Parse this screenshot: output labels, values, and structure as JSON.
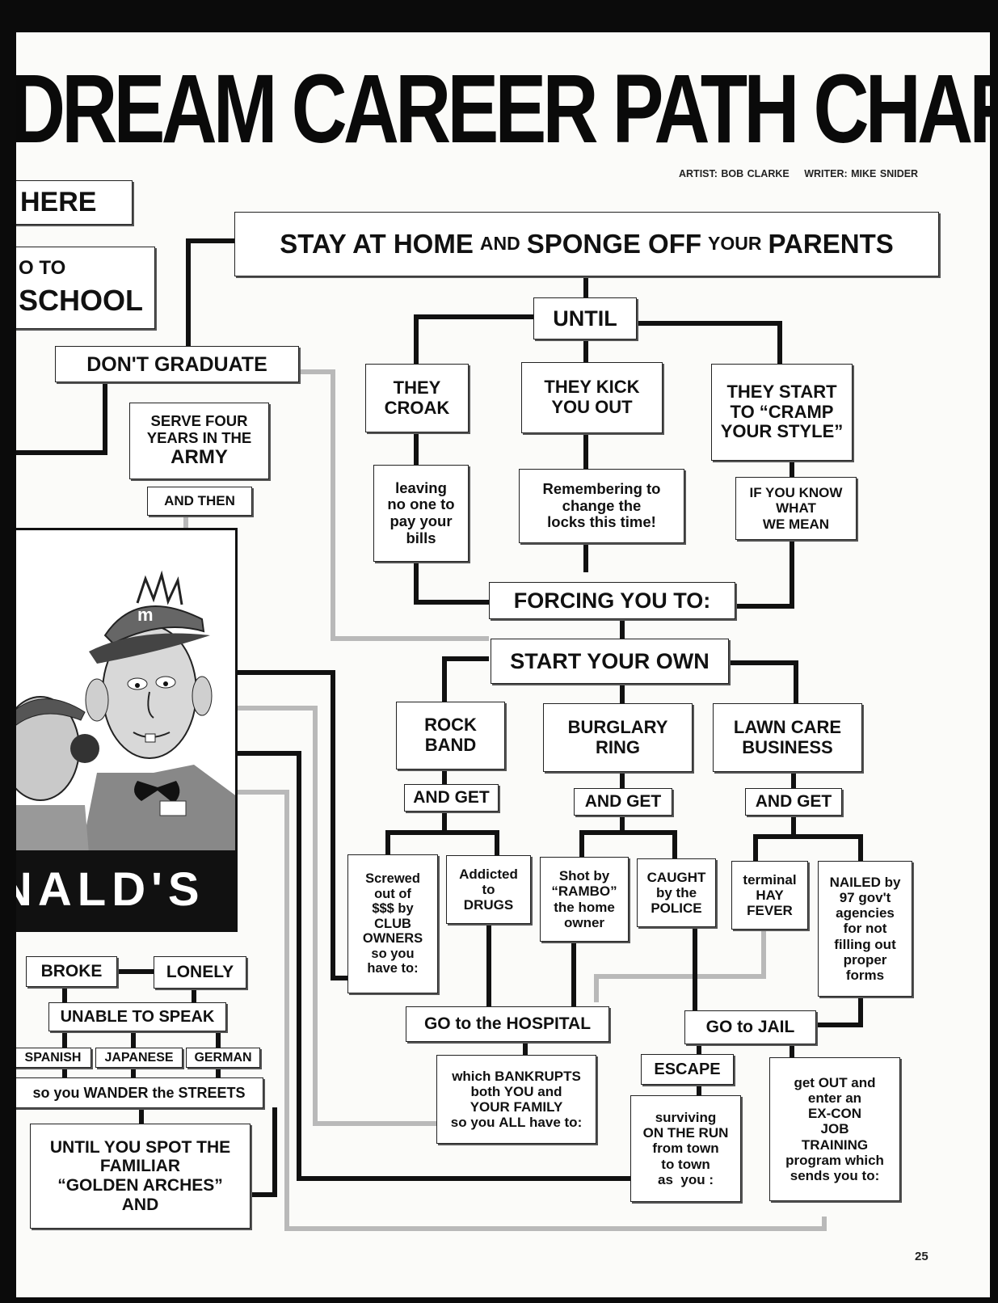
{
  "page_title": "DREAM CAREER PATH CHART",
  "credits": {
    "artist": "ARTIST: BOB CLARKE",
    "writer": "WRITER: MIKE SNIDER"
  },
  "page_number": "25",
  "illustration_icon": "mcdonalds-workers-caricature",
  "nodes": {
    "start_here": "HERE",
    "go_to": "O TO",
    "school": "SCHOOL",
    "dont_graduate": "DON'T GRADUATE",
    "army": {
      "line1": "SERVE FOUR",
      "line2": "YEARS IN THE",
      "line3": "ARMY"
    },
    "and_then": "AND THEN",
    "mcdonalds": "NALD'S",
    "stay_home": {
      "p1": "STAY AT HOME",
      "p2": "AND",
      "p3": "SPONGE OFF",
      "p4": "YOUR",
      "p5": "PARENTS"
    },
    "until": "UNTIL",
    "croak": {
      "line1": "THEY",
      "line2": "CROAK"
    },
    "kick_out": {
      "line1": "THEY KICK",
      "line2": "YOU OUT"
    },
    "cramp": {
      "line1": "THEY START",
      "line2": "TO “CRAMP",
      "line3": "YOUR STYLE”"
    },
    "leaving": {
      "line1": "leaving",
      "line2": "no one to",
      "line3": "pay your",
      "line4": "bills"
    },
    "remembering": {
      "line1": "Remembering to",
      "line2": "change the",
      "line3": "locks this time!"
    },
    "if_you_know": {
      "line1": "IF YOU KNOW",
      "line2": "WHAT",
      "line3": "WE MEAN"
    },
    "forcing": "FORCING YOU TO:",
    "start_own": "START YOUR OWN",
    "rock_band": {
      "line1": "ROCK",
      "line2": "BAND"
    },
    "burglary": {
      "line1": "BURGLARY",
      "line2": "RING"
    },
    "lawn_care": {
      "line1": "LAWN CARE",
      "line2": "BUSINESS"
    },
    "and_get_1": "AND GET",
    "and_get_2": "AND GET",
    "and_get_3": "AND GET",
    "screwed": {
      "line1": "Screwed",
      "line2": "out of",
      "line3": "$$$ by",
      "line4": "CLUB",
      "line5": "OWNERS",
      "line6": "so you",
      "line7": "have to:"
    },
    "addicted": {
      "line1": "Addicted",
      "line2": "to",
      "line3": "DRUGS"
    },
    "shot": {
      "line1": "Shot by",
      "line2": "“RAMBO”",
      "line3": "the home",
      "line4": "owner"
    },
    "caught": {
      "line1": "CAUGHT",
      "line2": "by the",
      "line3": "POLICE"
    },
    "hay_fever": {
      "line1": "terminal",
      "line2": "HAY",
      "line3": "FEVER"
    },
    "nailed": {
      "line1a": "NAILED",
      "line1b": " by",
      "line2": "97 gov't",
      "line3": "agencies",
      "line4": "for not",
      "line5": "filling out",
      "line6": "proper",
      "line7": "forms"
    },
    "hospital": {
      "p1": "GO to the ",
      "p2": "HOSPITAL"
    },
    "jail": {
      "p1": "GO to ",
      "p2": "JAIL"
    },
    "bankrupts": {
      "line1": "which BANKRUPTS",
      "line2": "both YOU and",
      "line3": "YOUR FAMILY",
      "line4a": "so you ",
      "line4b": "ALL",
      "line4c": " have to:"
    },
    "escape": "ESCAPE",
    "surviving": {
      "line1": "surviving",
      "line2": "ON THE RUN",
      "line3": "from town",
      "line4": "to town",
      "line5": "as  you :"
    },
    "ex_con": {
      "line1": "get OUT and",
      "line2": "enter an",
      "line3": "EX-CON",
      "line4": "JOB",
      "line5": "TRAINING",
      "line6": "program which",
      "line7": "sends you to:"
    },
    "broke": "BROKE",
    "lonely": "LONELY",
    "unable_speak": "UNABLE TO SPEAK",
    "spanish": "SPANISH",
    "japanese": "JAPANESE",
    "german": "GERMAN",
    "wander": {
      "p1": "so you ",
      "p2": "WANDER",
      "p3": " the ",
      "p4": "STREETS"
    },
    "golden_arches": {
      "line1": "UNTIL YOU SPOT THE",
      "line2": "FAMILIAR",
      "line3": "“GOLDEN ARCHES”",
      "line4": "AND"
    }
  }
}
